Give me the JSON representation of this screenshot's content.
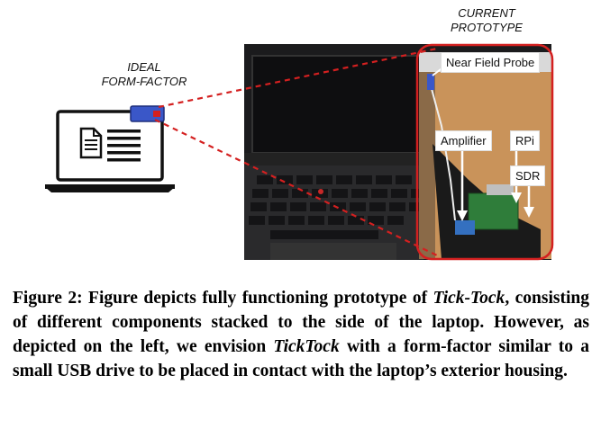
{
  "figure": {
    "label_ideal_line1": "IDEAL",
    "label_ideal_line2": "FORM-FACTOR",
    "label_current_line1": "CURRENT",
    "label_current_line2": "PROTOTYPE",
    "tags": {
      "near_field_probe": "Near Field Probe",
      "amplifier": "Amplifier",
      "rpi": "RPi",
      "sdr": "SDR"
    },
    "colors": {
      "callout_red": "#d42020",
      "usb_blue": "#3a57c8",
      "photo_dark": "#1b1b1d",
      "wood": "#c9935a"
    }
  },
  "caption": {
    "prefix": "Figure 2: Figure depicts fully functioning prototype of ",
    "name1": "Tick-Tock",
    "middle": ", consisting of different components stacked to the side of the laptop. However, as depicted on the left, we envision ",
    "name2": "TickTock",
    "suffix": " with a form-factor similar to a small USB drive to be placed in contact with the laptop’s exterior housing."
  }
}
